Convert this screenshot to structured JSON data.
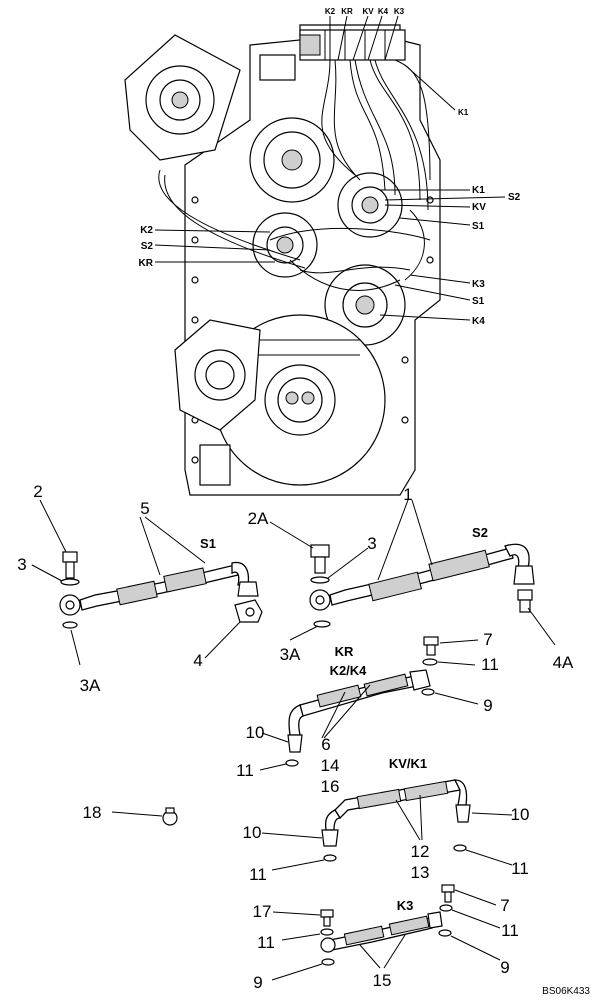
{
  "top_labels": {
    "k2": "K2",
    "kr": "KR",
    "kv": "KV",
    "k4": "K4",
    "k3": "K3",
    "k1_right": "K1",
    "r_k1": "K1",
    "r_s2": "S2",
    "r_kv": "KV",
    "r_s1a": "S1",
    "r_k3": "K3",
    "r_s1b": "S1",
    "r_k4": "K4",
    "l_k2": "K2",
    "l_s2": "S2",
    "l_kr": "KR"
  },
  "callouts": {
    "c2": "2",
    "c3_left": "3",
    "c5": "5",
    "c3a_left": "3A",
    "c4": "4",
    "c2a": "2A",
    "c3_mid": "3",
    "c3a_mid": "3A",
    "c1": "1",
    "c4a": "4A",
    "c7_top": "7",
    "c11_a": "11",
    "c9_top": "9",
    "c10_a": "10",
    "c6": "6",
    "c11_b": "11",
    "c14": "14",
    "c16": "16",
    "c18": "18",
    "c10_b": "10",
    "c12": "12",
    "c13": "13",
    "c10_c": "10",
    "c11_c": "11",
    "c11_d": "11",
    "c7_bot": "7",
    "c17": "17",
    "c11_e": "11",
    "c11_f": "11",
    "c9_left": "9",
    "c15": "15",
    "c9_right": "9"
  },
  "hose_labels": {
    "s1": "S1",
    "s2": "S2",
    "kr": "KR",
    "k2k4": "K2/K4",
    "kvk1": "KV/K1",
    "k3": "K3"
  },
  "figure_code": "BS06K433"
}
